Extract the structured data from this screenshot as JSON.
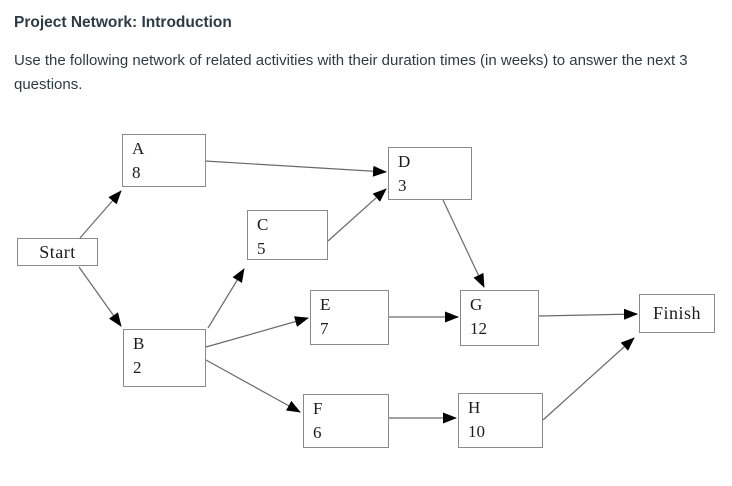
{
  "page": {
    "title": "Project Network: Introduction",
    "intro": "Use the following network of related activities with their duration times (in weeks) to answer the next 3 questions."
  },
  "colors": {
    "text": "#2d3b45",
    "node_border": "#8a8a8a",
    "edge_line": "#6a6a6a",
    "arrowhead": "#000000",
    "node_text": "#1c1c1c",
    "background": "#ffffff"
  },
  "diagram": {
    "duration_unit": "weeks",
    "nodes": [
      {
        "id": "start",
        "label": "Start"
      },
      {
        "id": "A",
        "letter": "A",
        "duration": "8"
      },
      {
        "id": "B",
        "letter": "B",
        "duration": "2"
      },
      {
        "id": "C",
        "letter": "C",
        "duration": "5"
      },
      {
        "id": "D",
        "letter": "D",
        "duration": "3"
      },
      {
        "id": "E",
        "letter": "E",
        "duration": "7"
      },
      {
        "id": "F",
        "letter": "F",
        "duration": "6"
      },
      {
        "id": "G",
        "letter": "G",
        "duration": "12"
      },
      {
        "id": "H",
        "letter": "H",
        "duration": "10"
      },
      {
        "id": "finish",
        "label": "Finish"
      }
    ],
    "edges": [
      {
        "from": "Start",
        "to": "A"
      },
      {
        "from": "Start",
        "to": "B"
      },
      {
        "from": "A",
        "to": "D"
      },
      {
        "from": "B",
        "to": "C"
      },
      {
        "from": "B",
        "to": "E"
      },
      {
        "from": "B",
        "to": "F"
      },
      {
        "from": "C",
        "to": "D"
      },
      {
        "from": "D",
        "to": "G"
      },
      {
        "from": "E",
        "to": "G"
      },
      {
        "from": "F",
        "to": "H"
      },
      {
        "from": "G",
        "to": "Finish"
      },
      {
        "from": "H",
        "to": "Finish"
      }
    ]
  }
}
